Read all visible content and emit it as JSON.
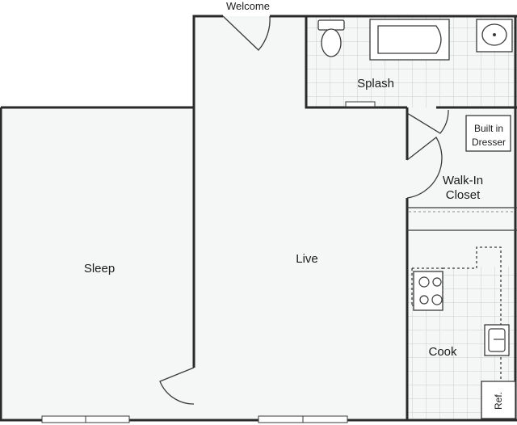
{
  "labels": {
    "welcome": "Welcome",
    "splash": "Splash",
    "built_in_line1": "Built in",
    "built_in_line2": "Dresser",
    "walkin_line1": "Walk-In",
    "walkin_line2": "Closet",
    "sleep": "Sleep",
    "live": "Live",
    "cook": "Cook",
    "ref": "Ref."
  },
  "colors": {
    "floor": "#f4f7f5",
    "wall": "#2a2a2a",
    "tile": "#c9cdcb"
  }
}
